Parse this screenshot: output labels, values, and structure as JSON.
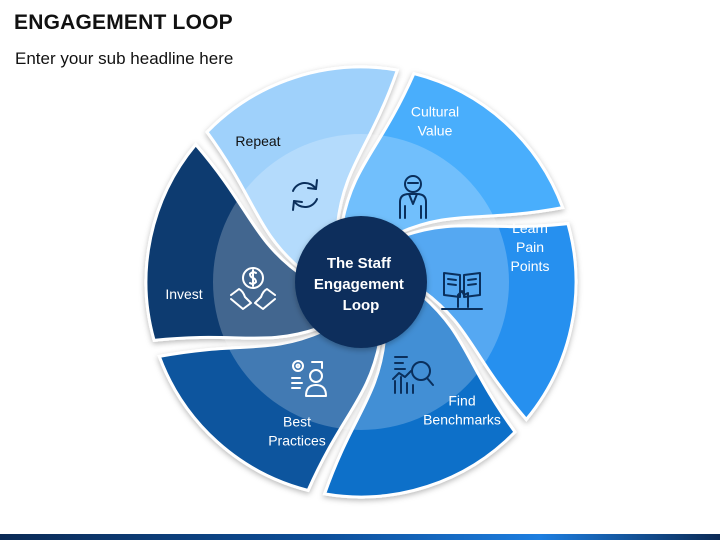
{
  "header": {
    "title": "ENGAGEMENT LOOP",
    "subtitle": "Enter your sub headline here"
  },
  "center": {
    "lines": [
      "The Staff",
      "Engagement",
      "Loop"
    ]
  },
  "segments": [
    {
      "label_lines": [
        "Repeat"
      ],
      "icon": "refresh-icon",
      "color": "#9fd1fb",
      "text_color": "#111111"
    },
    {
      "label_lines": [
        "Cultural",
        "Value"
      ],
      "icon": "person-icon",
      "color": "#4aaefc",
      "text_color": "#ffffff"
    },
    {
      "label_lines": [
        "Learn",
        "Pain",
        "Points"
      ],
      "icon": "book-icon",
      "color": "#2890ef",
      "text_color": "#ffffff"
    },
    {
      "label_lines": [
        "Find",
        "Benchmarks"
      ],
      "icon": "analytics-icon",
      "color": "#0f6fc9",
      "text_color": "#ffffff"
    },
    {
      "label_lines": [
        "Best",
        "Practices"
      ],
      "icon": "gear-person-icon",
      "color": "#0b559e",
      "text_color": "#ffffff"
    },
    {
      "label_lines": [
        "Invest"
      ],
      "icon": "money-hands-icon",
      "color": "#073b70",
      "text_color": "#ffffff"
    }
  ],
  "colors": {
    "center": "#0a2f5c",
    "icon": "#0a2f5c",
    "icon_light": "#ffffff"
  }
}
